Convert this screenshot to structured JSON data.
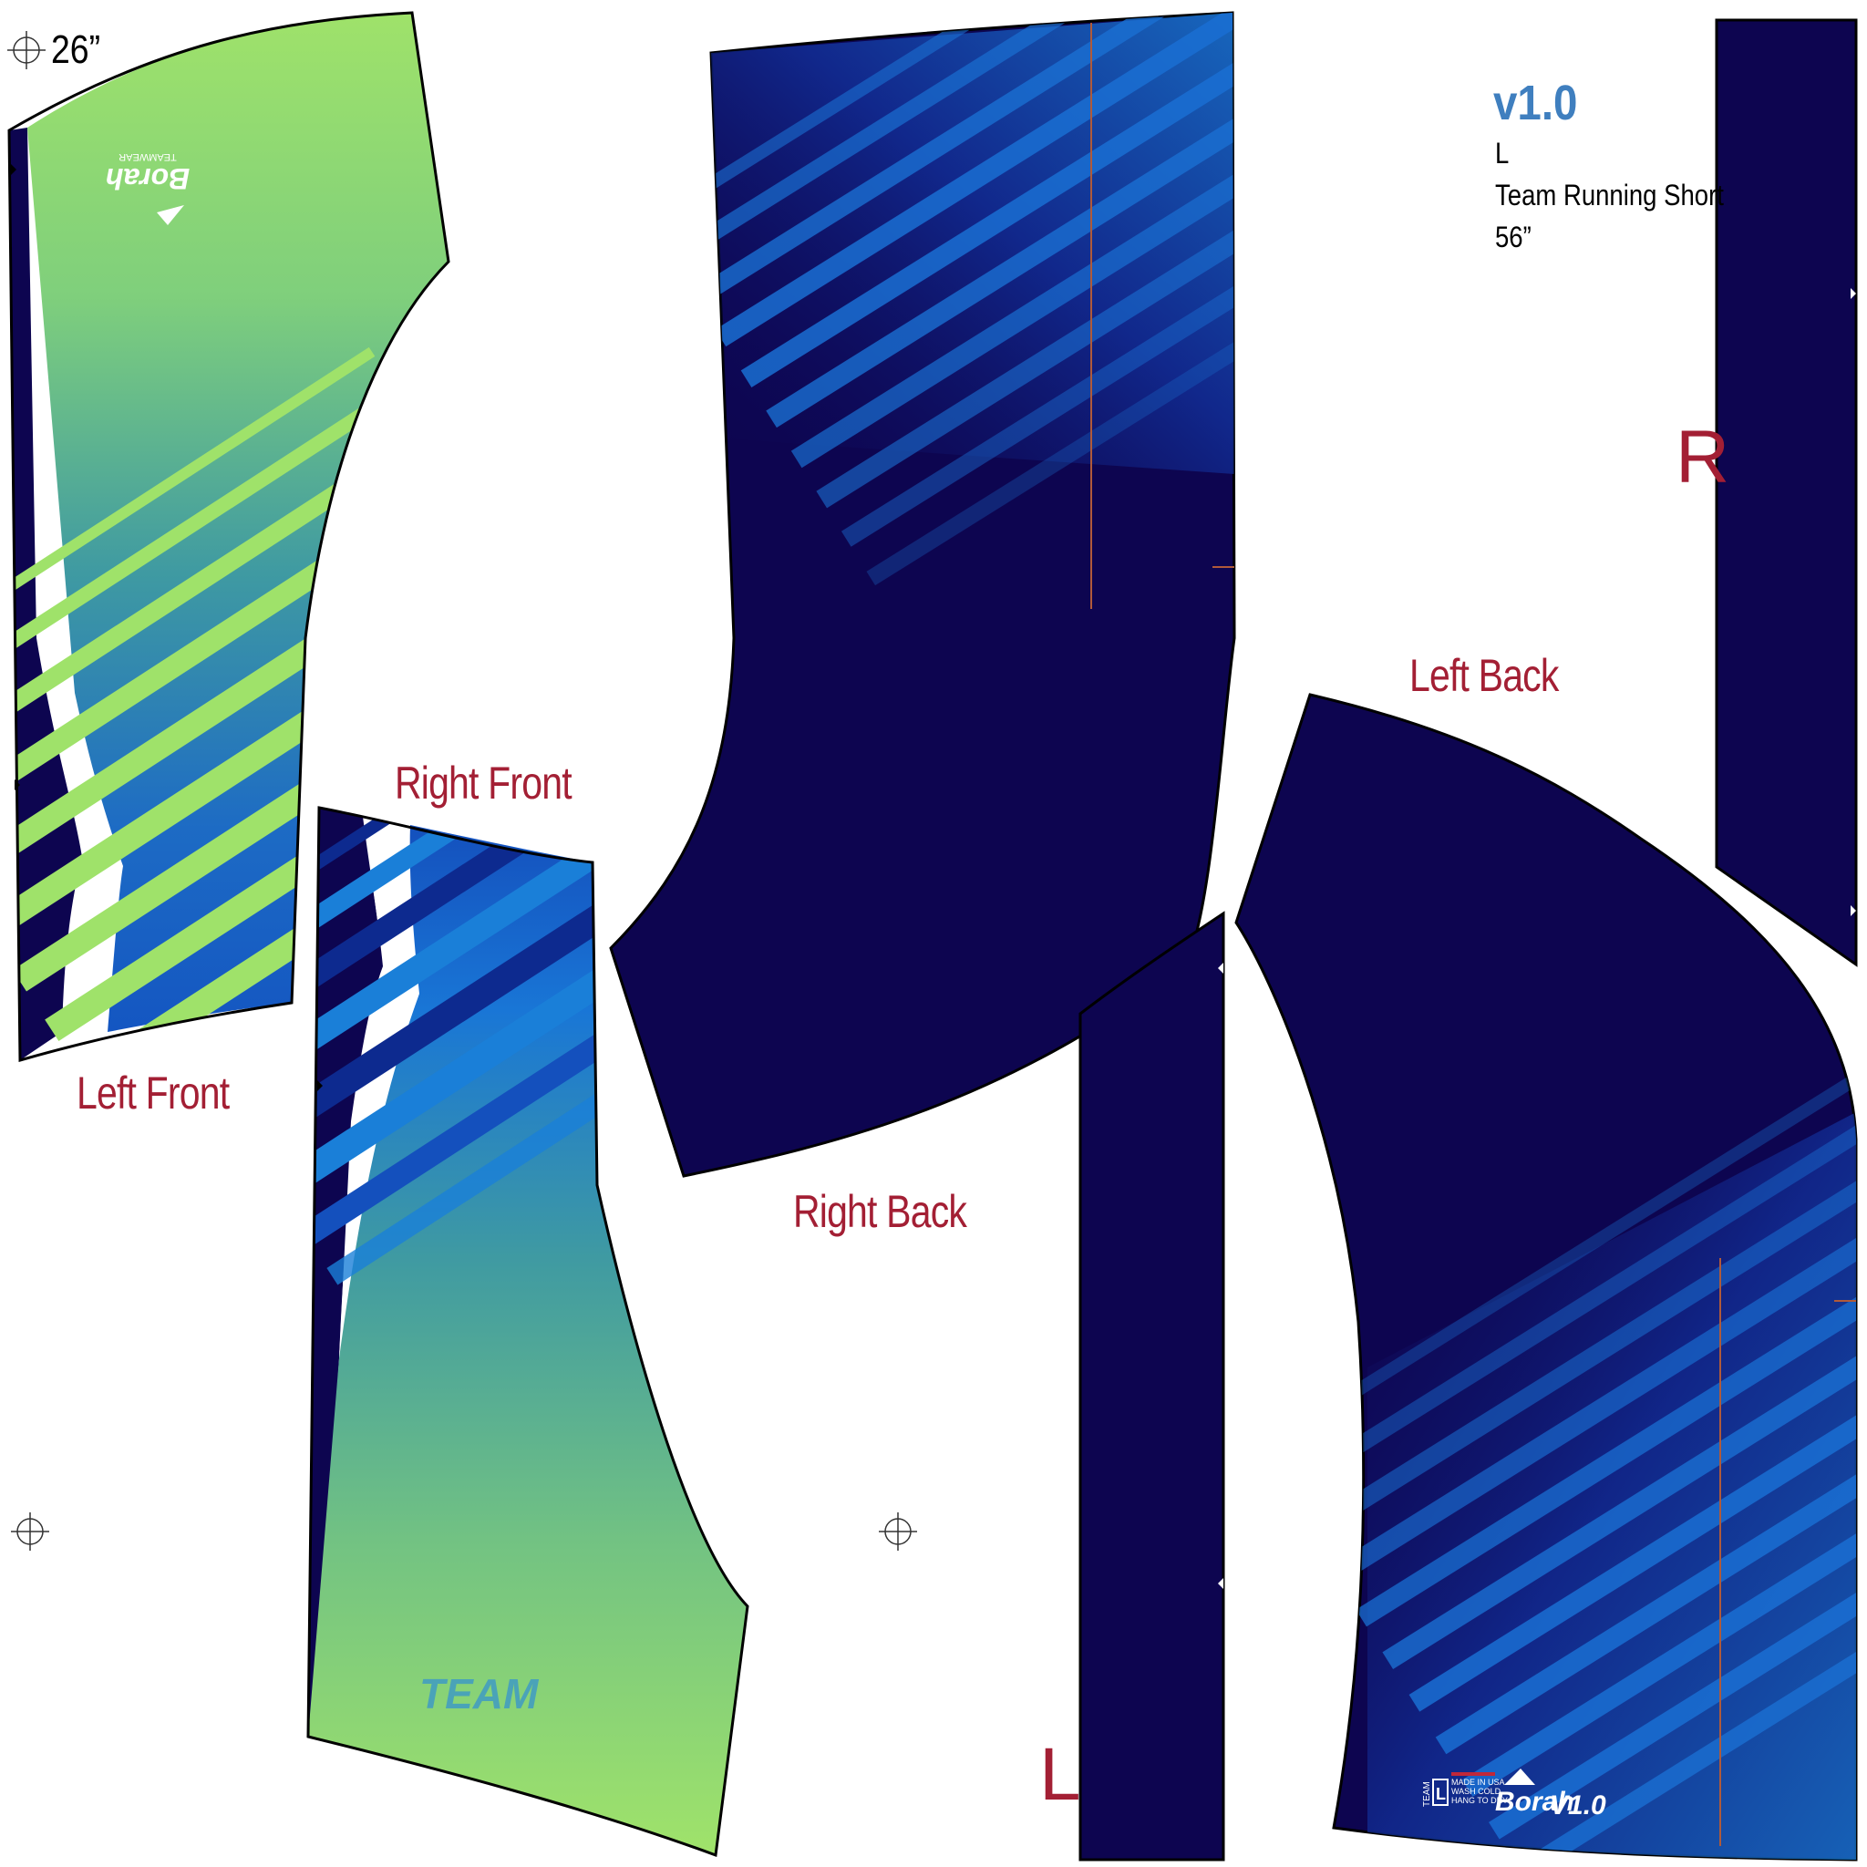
{
  "sheet": {
    "size_text": "26”",
    "version": "v1.0",
    "size_code": "L",
    "product": "Team Running Short",
    "width_text": "56”"
  },
  "pieces": {
    "left_front": "Left Front",
    "right_front": "Right Front",
    "right_back": "Right Back",
    "left_back": "Left Back",
    "strip_right": "R",
    "strip_left": "L"
  },
  "branding": {
    "logo_word": "Borah",
    "logo_sub": "TEAMWEAR",
    "team_word": "TEAM",
    "tag_team": "TEAM",
    "tag_size": "L",
    "tag_lines": [
      "MADE IN USA",
      "WASH COLD",
      "HANG TO DRY"
    ],
    "tag_version": "V1.0"
  },
  "colors": {
    "navy": "#0d0550",
    "royal": "#1565c8",
    "lime": "#9fe26a",
    "teal": "#3f9aa2",
    "label_red": "#a31f34",
    "version_blue": "#3f7fbf"
  }
}
